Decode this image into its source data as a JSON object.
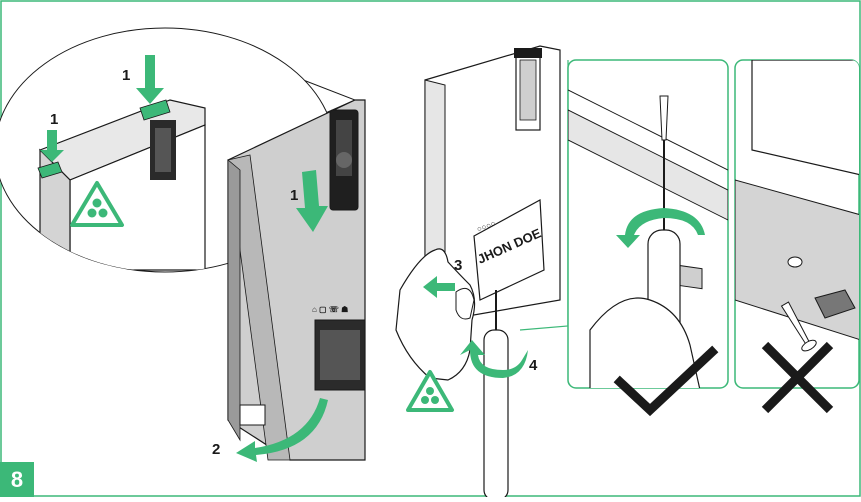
{
  "figure": {
    "figure_number": "8",
    "step_labels": {
      "press_tab_left": "1",
      "press_tab_right": "1",
      "slide_down": "1",
      "rotate_bottom": "2",
      "push_side": "3",
      "unscrew": "4"
    },
    "nameplate_text": "JHON DOE",
    "colors": {
      "accent_green": "#3cb878",
      "outline": "#1a1a1a",
      "device_fill": "#d9d9d9",
      "panel_border": "#3cb878"
    },
    "icons": [
      "water-drops-warning-icon",
      "check-mark-icon",
      "cross-mark-icon",
      "screwdriver-icon"
    ]
  }
}
